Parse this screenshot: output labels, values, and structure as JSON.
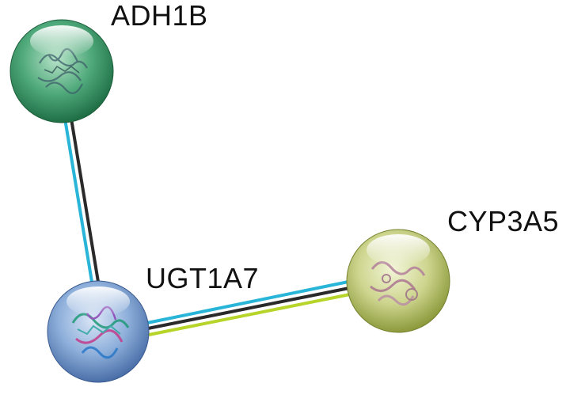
{
  "nodes": [
    {
      "id": "ADH1B",
      "label": "ADH1B",
      "color": "#3a9a6a"
    },
    {
      "id": "UGT1A7",
      "label": "UGT1A7",
      "color": "#6f92c8"
    },
    {
      "id": "CYP3A5",
      "label": "CYP3A5",
      "color": "#b9c46e"
    }
  ],
  "edges": [
    {
      "from": "ADH1B",
      "to": "UGT1A7",
      "evidence_colors": [
        "#2a2a2a",
        "#29b5d8"
      ]
    },
    {
      "from": "UGT1A7",
      "to": "CYP3A5",
      "evidence_colors": [
        "#29b5d8",
        "#2a2a2a",
        "#b7d42a"
      ]
    }
  ]
}
